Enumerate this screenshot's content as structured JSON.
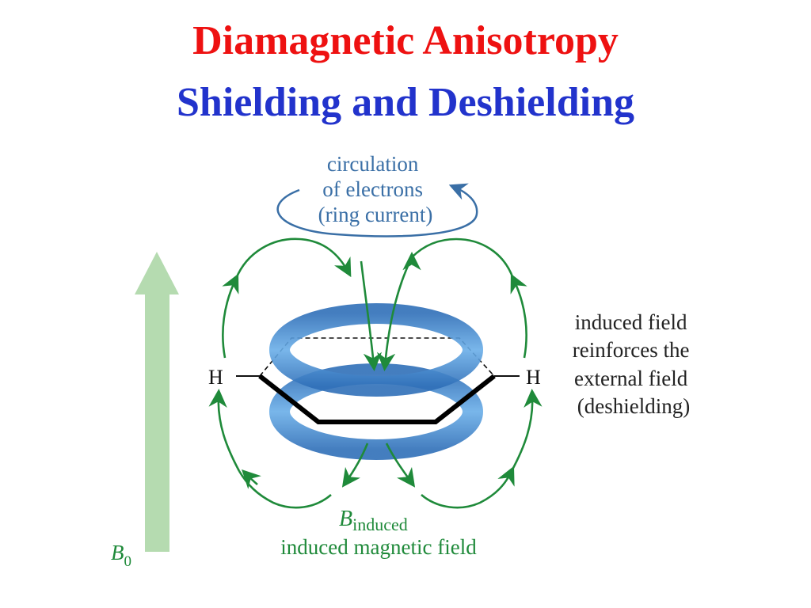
{
  "title": {
    "line1": "Diamagnetic Anisotropy",
    "line2": "Shielding and Deshielding"
  },
  "ring_current_label": [
    "circulation",
    "of electrons",
    "(ring current)"
  ],
  "side_label": [
    "induced field",
    "reinforces the",
    "external field",
    "(deshielding)"
  ],
  "atom_labels": {
    "left": "H",
    "right": "H"
  },
  "b_induced": {
    "symbol": "B",
    "subscript": "induced"
  },
  "induced_field_label": "induced magnetic field",
  "b0": {
    "symbol": "B",
    "subscript": "0"
  },
  "colors": {
    "title_red": "#ee1111",
    "title_blue": "#2233cc",
    "field_line_green": "#1f8a3a",
    "ring_blue": "#4a90d9",
    "arrow_light_green": "#b5dbb0",
    "ring_current_blue": "#3a6fa6"
  }
}
